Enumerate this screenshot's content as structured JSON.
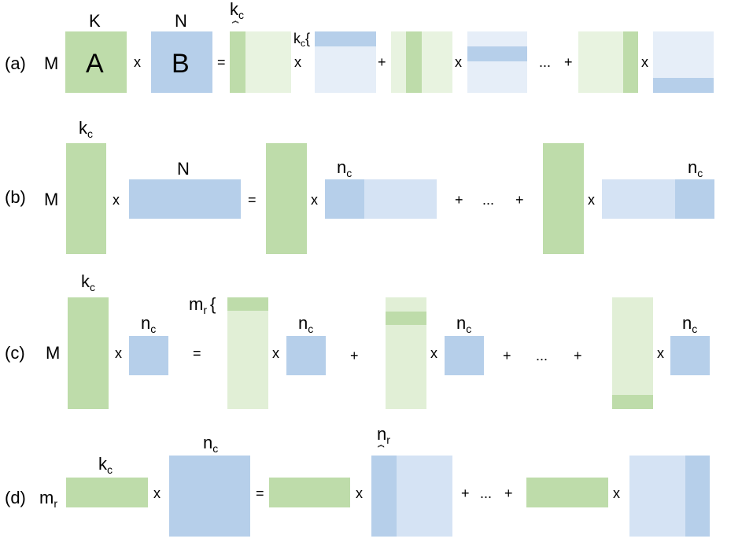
{
  "colors": {
    "a_dark": "#BEDCAA",
    "a_light": "#E8F3E0",
    "b_dark": "#B6CFEA",
    "b_light": "#E6EEF8",
    "b_mid": "#D5E3F4"
  },
  "rows": {
    "a": "(a)",
    "b": "(b)",
    "c": "(c)",
    "d": "(d)"
  },
  "labels": {
    "M": "M",
    "K": "K",
    "N": "N",
    "A": "A",
    "B": "B",
    "k": "k",
    "n": "n",
    "m": "m",
    "sub_c": "c",
    "sub_r": "r",
    "brace_open": "{",
    "brace_top": "⏞"
  },
  "ops": {
    "times": "x",
    "equals": "=",
    "plus": "+",
    "ellipsis": "..."
  }
}
